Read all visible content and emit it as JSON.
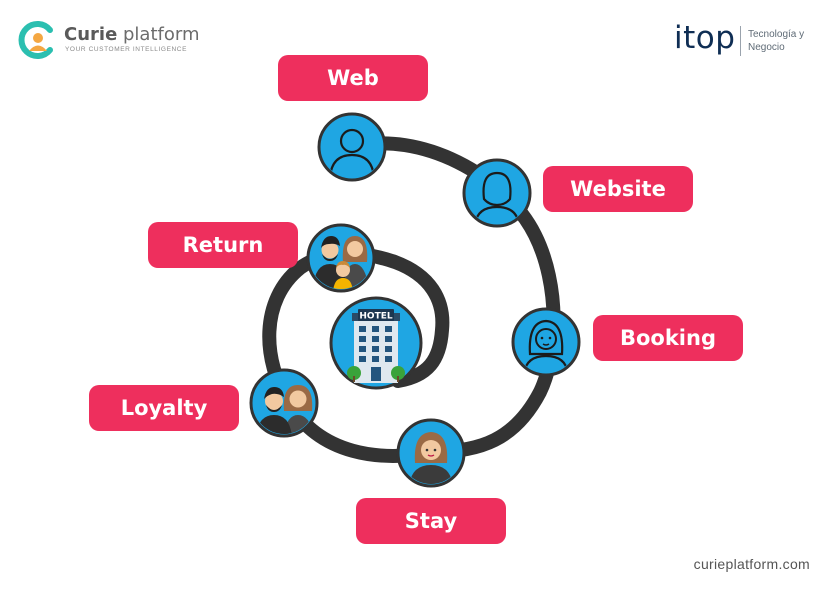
{
  "header": {
    "brand_name_bold": "Curie",
    "brand_name_rest": " platform",
    "brand_tagline": "YOUR CUSTOMER INTELLIGENCE",
    "partner_word": "itop",
    "partner_sub_line1": "Tecnología y",
    "partner_sub_line2": "Negocio"
  },
  "stages": [
    {
      "label": "Web",
      "avatar": "person-silhouette-icon"
    },
    {
      "label": "Website",
      "avatar": "woman-silhouette-icon"
    },
    {
      "label": "Booking",
      "avatar": "woman-outline-icon"
    },
    {
      "label": "Stay",
      "avatar": "woman-guest-icon"
    },
    {
      "label": "Loyalty",
      "avatar": "couple-icon"
    },
    {
      "label": "Return",
      "avatar": "family-icon"
    }
  ],
  "center": {
    "label": "HOTEL",
    "icon": "hotel-building-icon"
  },
  "colors": {
    "pill": "#ee2f5d",
    "avatar_bg": "#1fa6e3",
    "spiral": "#333333",
    "brand_teal": "#2bbfb0",
    "brand_orange": "#f4a742"
  },
  "footer": {
    "url": "curieplatform.com"
  }
}
